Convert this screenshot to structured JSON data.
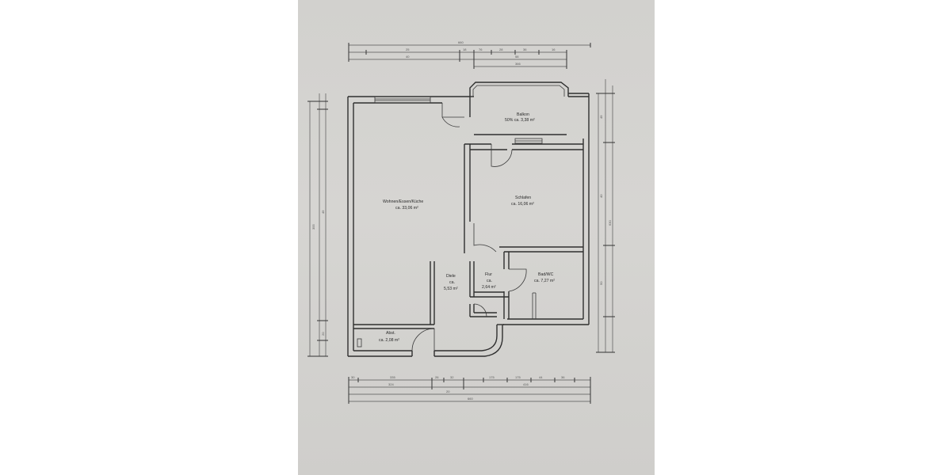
{
  "rooms": [
    {
      "id": "balkon",
      "name": "Balkon",
      "area": "50% ca. 3,38 m²"
    },
    {
      "id": "wohnen",
      "name": "Wohnen/Essen/Küche",
      "area": "ca. 33,06 m²"
    },
    {
      "id": "schlafen",
      "name": "Schlafen",
      "area": "ca. 16,06 m²"
    },
    {
      "id": "diele",
      "name": "Diele",
      "area_line1": "ca.",
      "area_line2": "5,53 m²"
    },
    {
      "id": "flur",
      "name": "Flur",
      "area_line1": "ca.",
      "area_line2": "2,64 m²"
    },
    {
      "id": "bad",
      "name": "Bad/WC",
      "area": "ca. 7,27 m²"
    },
    {
      "id": "abst",
      "name": "Abst.",
      "area": "ca. 2,08 m²"
    }
  ],
  "dimensions": {
    "top": [
      "660",
      "25",
      "18",
      "76",
      "28",
      "36",
      "16",
      "40",
      "58",
      "366"
    ],
    "bottom": [
      "30",
      "335",
      "26",
      "32",
      "175",
      "175",
      "44",
      "36",
      "324",
      "20",
      "416",
      "660"
    ],
    "left": [
      "355",
      "49",
      "20"
    ],
    "right": [
      "49",
      "40",
      "50",
      "630"
    ]
  }
}
